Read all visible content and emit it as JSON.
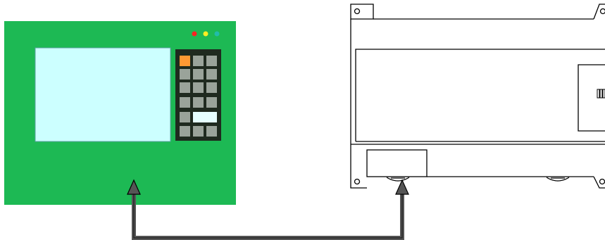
{
  "hmi": {
    "body_color": "#1db954",
    "screen_color": "#ccffff",
    "keypad_bg": "#1f2a1f",
    "key_color": "#9aa39a",
    "key_active_color": "#ff9933",
    "key_wide_color": "#e6ffff",
    "leds": [
      {
        "name": "red",
        "color": "#ff2222"
      },
      {
        "name": "yellow",
        "color": "#ffee22"
      },
      {
        "name": "teal",
        "color": "#22bbaa"
      }
    ]
  },
  "plc": {
    "outline_color": "#000000",
    "body_color": "#ffffff"
  },
  "cable": {
    "color": "#555555"
  }
}
